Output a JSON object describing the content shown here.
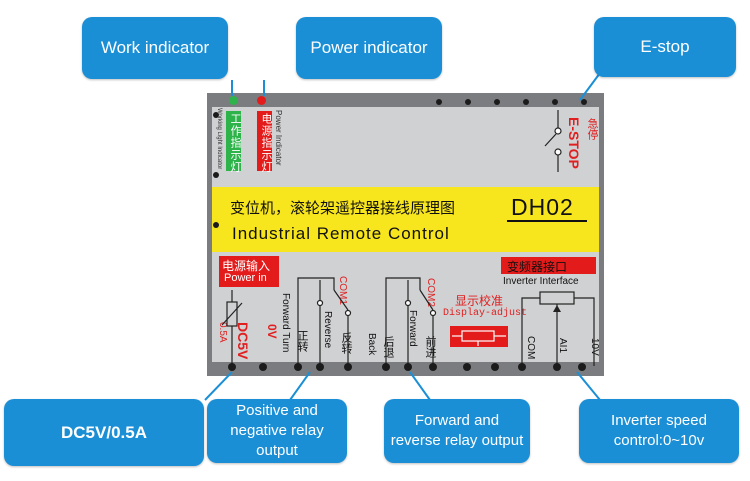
{
  "callouts": {
    "work_indicator": "Work indicator",
    "power_indicator": "Power indicator",
    "estop": "E-stop",
    "dc5v": "DC5V/0.5A",
    "relay_output": "Positive and negative relay output",
    "fwd_rev_output": "Forward and reverse relay output",
    "inverter_speed": "Inverter speed control:0~10v"
  },
  "board": {
    "work_light_cn": "工作指示灯",
    "work_light_en": "Working Light Indicator",
    "power_light_cn": "电源指示灯",
    "power_light_en": "Power Indicator",
    "estop_en": "E-STOP",
    "estop_cn": "急停",
    "title_cn": "变位机，滚轮架遥控器接线原理图",
    "model": "DH02",
    "title_en": "Industrial Remote Control",
    "power_in_cn": "电源输入",
    "power_in_en": "Power in",
    "dc5v_label": "DC5V",
    "amp_label": "0.5A",
    "com1": "COM1",
    "zero_v": "0V",
    "forward_turn_cn": "正转",
    "forward_turn_en": "Forward Turn",
    "reverse_cn": "反转",
    "reverse_en": "Reverse",
    "com2": "COM2",
    "back_cn": "后退",
    "back_en": "Back",
    "forward_cn": "前进",
    "forward_en": "Forward",
    "display_cn": "显示校准",
    "display_en": "Display-adjust",
    "inverter_cn": "变频器接口",
    "inverter_en": "Inverter Interface",
    "com": "COM",
    "ai1": "AI1",
    "ten_v": "10V"
  },
  "colors": {
    "callout": "#1a8fd6",
    "board": "#7a7c7f",
    "panel": "#d0d1d3",
    "yellow": "#f7e51d",
    "red": "#e31b1b",
    "green_led": "#2db34a"
  }
}
